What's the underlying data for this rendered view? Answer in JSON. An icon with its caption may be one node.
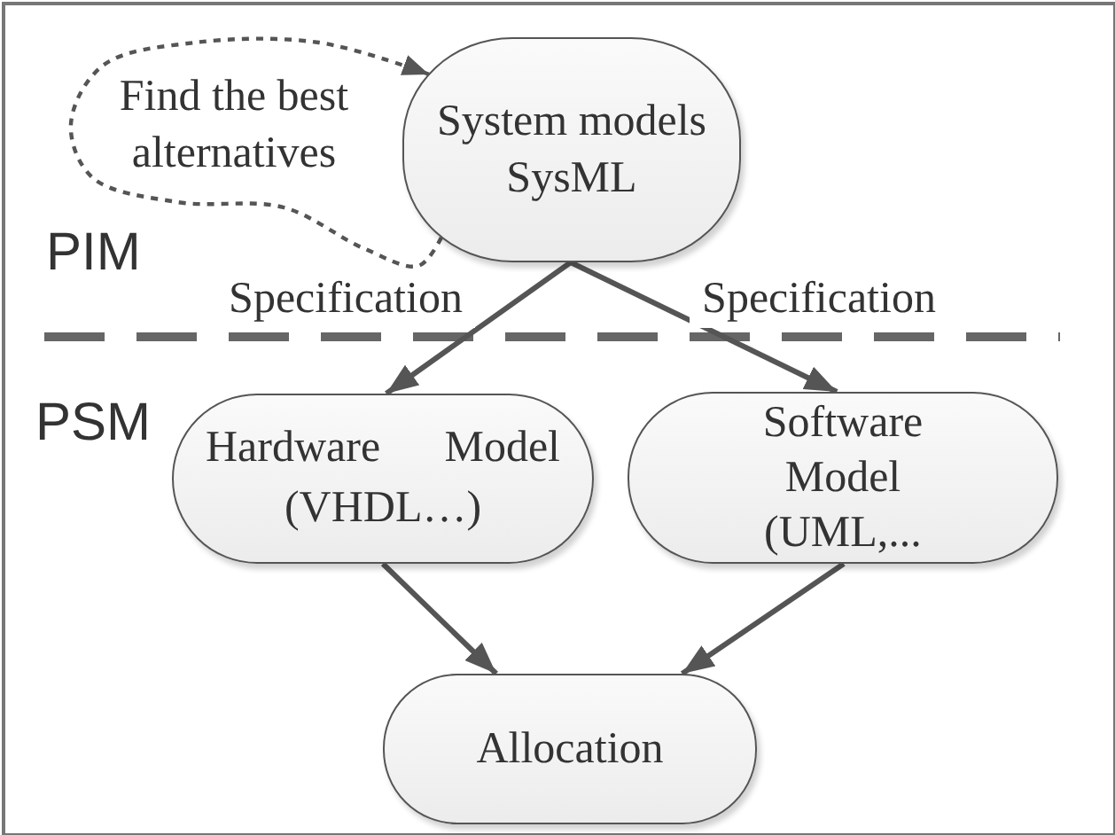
{
  "diagram": {
    "nodes": [
      {
        "text": [
          "System models SysML"
        ]
      },
      {
        "text": [
          "Hardware Model (VHDL…)"
        ]
      },
      {
        "text": [
          "Software Model (UML,..."
        ]
      },
      {
        "text": [
          "Allocation"
        ]
      }
    ],
    "edges": [
      {
        "from": 0,
        "to": 0,
        "arrow": "to",
        "style": "dashed",
        "label": "Find the best alternatives"
      },
      {
        "from": 0,
        "to": 1,
        "arrow": "to",
        "label": "Specification"
      },
      {
        "from": 0,
        "to": 2,
        "arrow": "to",
        "label": "Specification"
      },
      {
        "from": 1,
        "to": 3,
        "arrow": "to"
      },
      {
        "from": 2,
        "to": 3,
        "arrow": "to"
      }
    ],
    "labels": [
      "PIM",
      "PSM"
    ]
  }
}
